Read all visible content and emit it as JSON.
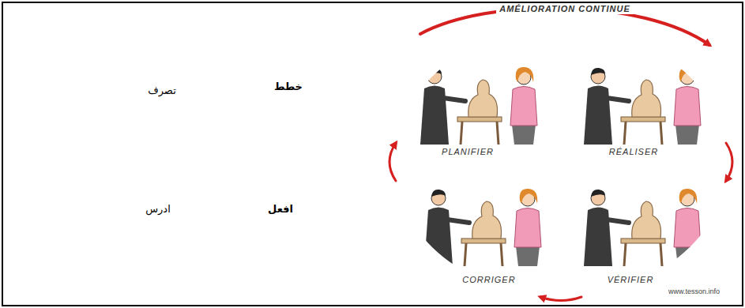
{
  "diagram": {
    "nodes": [
      {
        "text": [
          "خطط"
        ]
      },
      {
        "text": [
          "افعل"
        ]
      },
      {
        "text": [
          "ادرس"
        ]
      },
      {
        "text": [
          "تصرف"
        ]
      },
      {
        "text": [
          "PLANIFIER"
        ]
      },
      {
        "text": [
          "RÉALISER"
        ]
      },
      {
        "text": [
          "VÉRIFIER"
        ]
      },
      {
        "text": [
          "CORRIGER"
        ]
      }
    ],
    "edges": [
      {
        "from": 4,
        "to": 5,
        "arrow": "to",
        "label": "AMÉLIORATION CONTINUE"
      },
      {
        "from": 5,
        "to": 6,
        "arrow": "to"
      },
      {
        "from": 6,
        "to": 7,
        "arrow": "to"
      },
      {
        "from": 7,
        "to": 4,
        "arrow": "to"
      }
    ],
    "labels": [
      "www.tesson.info"
    ]
  }
}
